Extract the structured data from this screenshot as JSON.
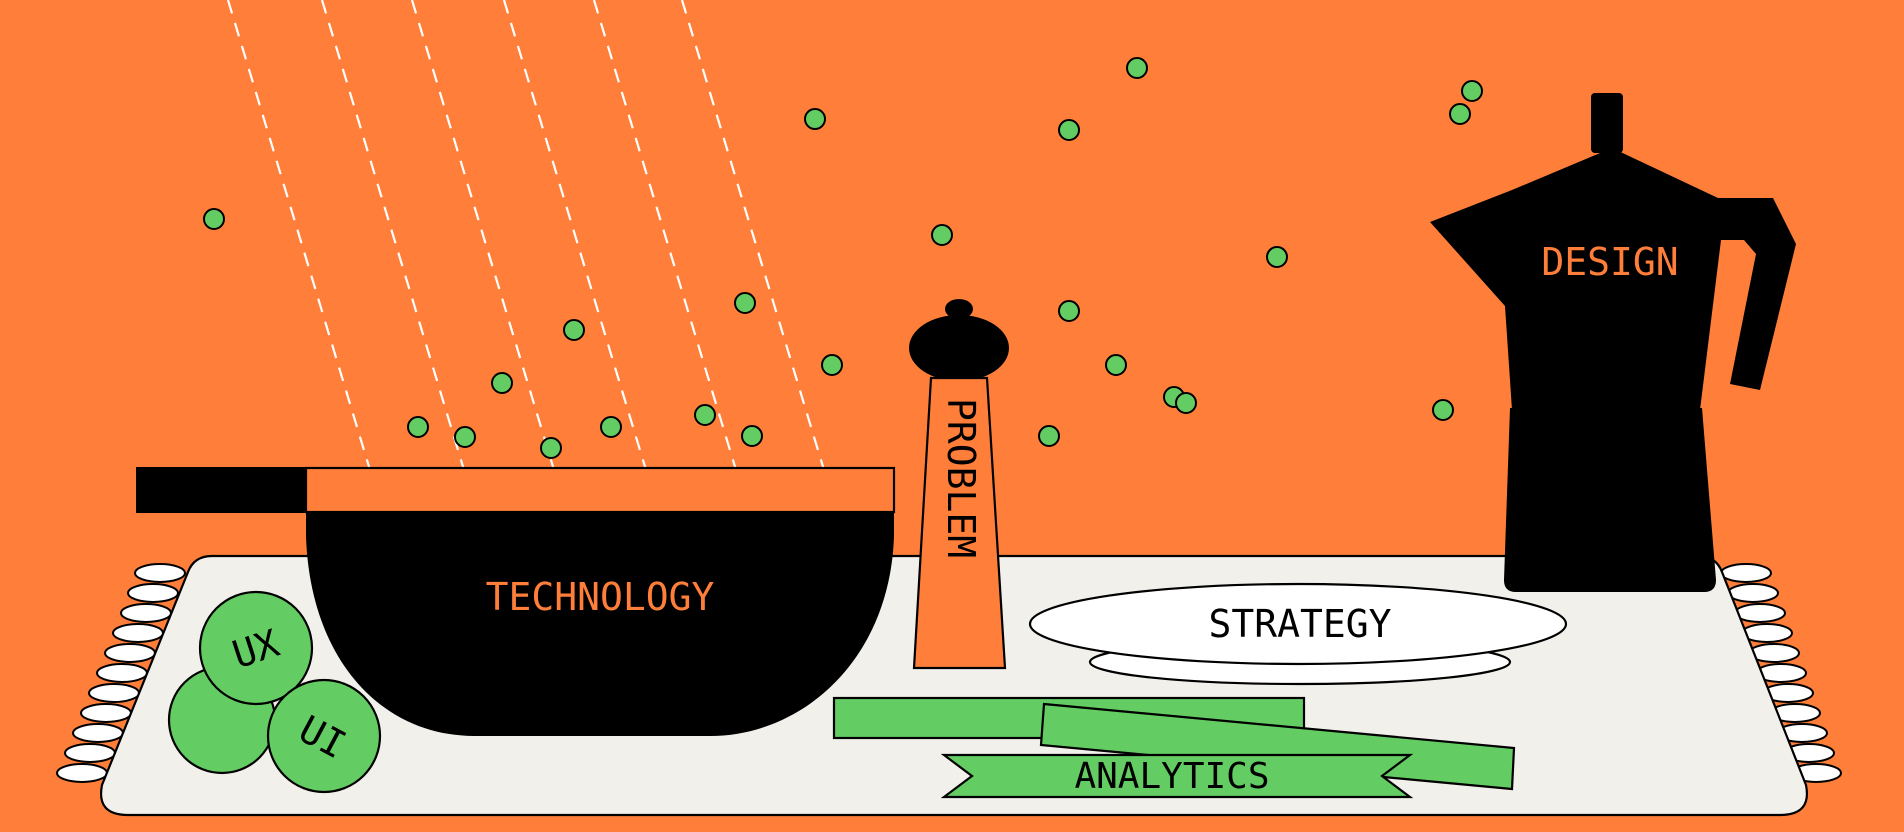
{
  "colors": {
    "background": "#FF7F3A",
    "black": "#000000",
    "green": "#63CC63",
    "mat": "#F2F0EB",
    "white": "#FFFFFF",
    "label_orange": "#FF7F3A"
  },
  "labels": {
    "technology": "TECHNOLOGY",
    "problem": "PROBLEM",
    "strategy": "STRATEGY",
    "design": "DESIGN",
    "analytics": "ANALYTICS",
    "ux": "UX",
    "ui": "UI"
  },
  "icons": {
    "pot": "cooking-pot-icon",
    "grinder": "pepper-grinder-icon",
    "plate": "plate-icon",
    "coffee_maker": "moka-pot-icon",
    "peas": "pea-icon"
  }
}
